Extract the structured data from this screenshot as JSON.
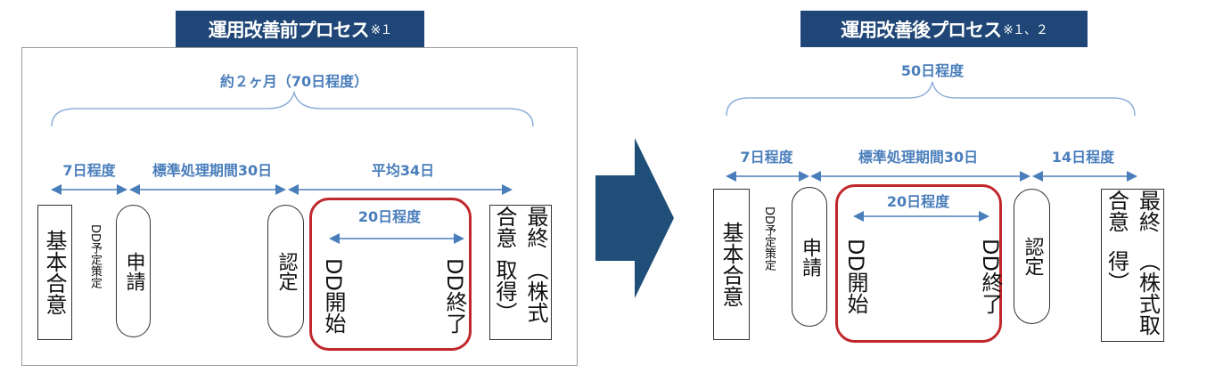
{
  "before": {
    "title": "運用改善前プロセス",
    "note": "※１",
    "total": "約２ヶ月（70日程度）",
    "seg1": "7日程度",
    "seg2": "標準処理期間30日",
    "seg3": "平均34日",
    "dd_period": "20日程度",
    "steps": {
      "basic": "基本合意",
      "dd_plan": "DD予定策定",
      "apply": "申請",
      "certify": "認定",
      "dd_start": "DD開始",
      "dd_end": "DD終了",
      "final": "最終合意",
      "final_sub": "（株式取得）"
    }
  },
  "after": {
    "title": "運用改善後プロセス",
    "note": "※１、２",
    "total": "50日程度",
    "seg1": "7日程度",
    "seg2": "標準処理期間30日",
    "seg3": "14日程度",
    "dd_period": "20日程度",
    "steps": {
      "basic": "基本合意",
      "dd_plan": "DD予定策定",
      "apply": "申請",
      "certify": "認定",
      "dd_start": "DD開始",
      "dd_end": "DD終了",
      "final": "最終合意",
      "final_sub": "（株式取得）"
    }
  },
  "colors": {
    "title_bg": "#1f4676",
    "label": "#4a7ebb",
    "highlight": "#c0282d",
    "arrow": "#1f4e79"
  }
}
